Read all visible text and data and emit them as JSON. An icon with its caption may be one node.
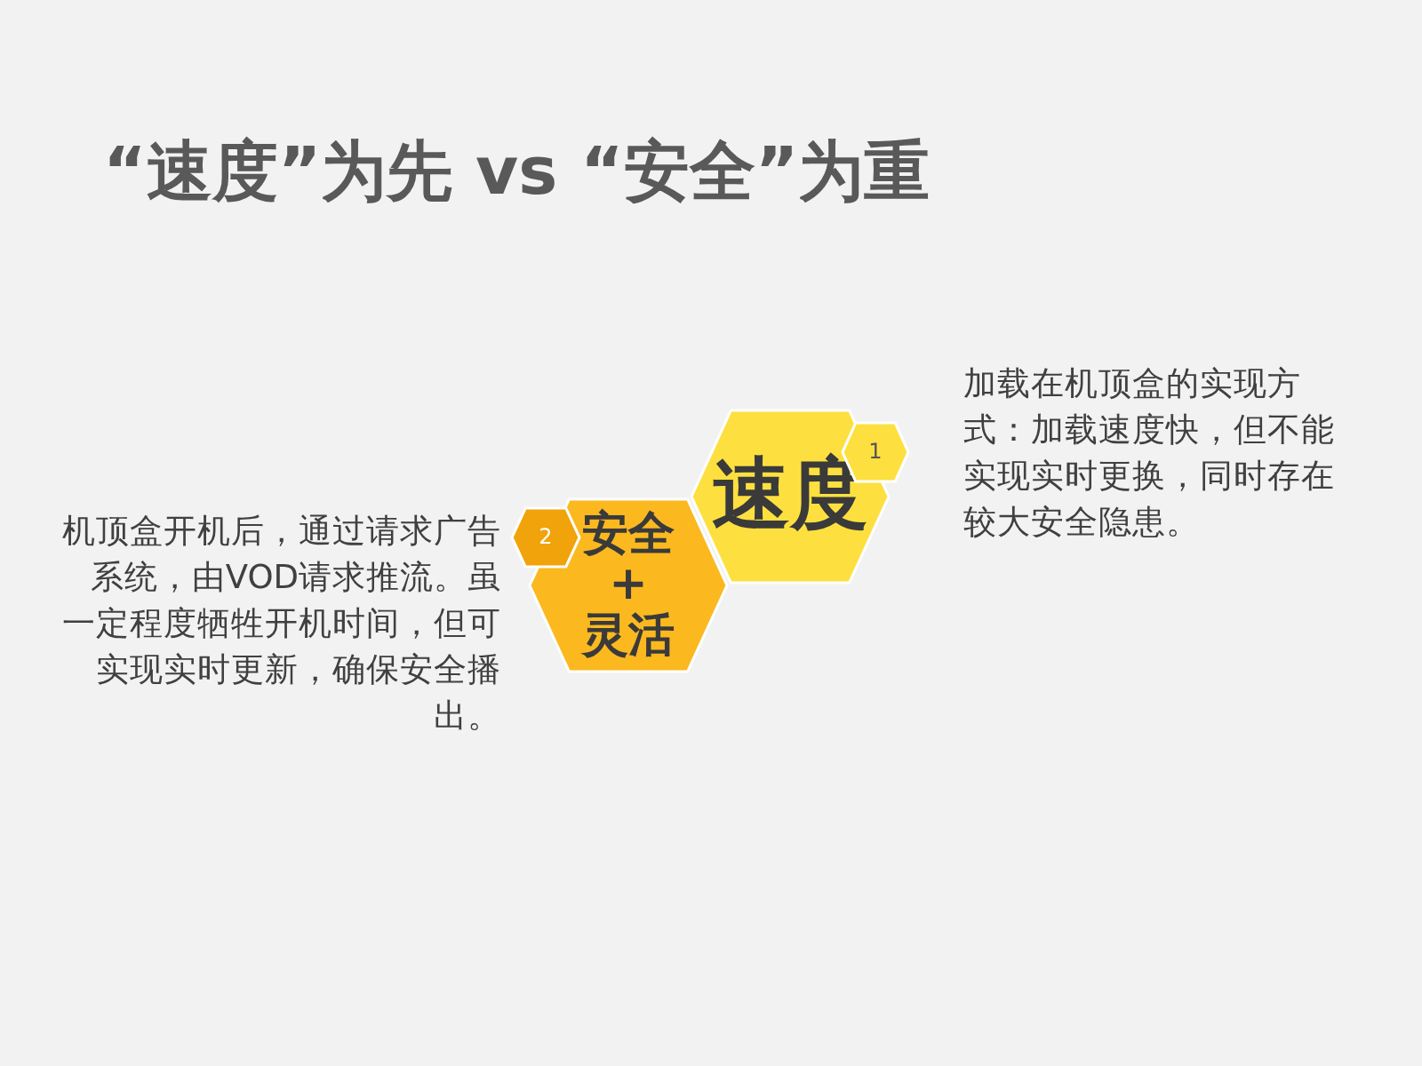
{
  "diagram": {
    "title": "“速度”为先 vs “安全”为重",
    "nodes": [
      {
        "text": [
          "速度"
        ],
        "beside": [
          "加载在机顶盒的实现方式：加载速度快，但不能实现实时更换，同时存在较大安全隐患。"
        ]
      },
      {
        "text": [
          "1"
        ]
      },
      {
        "text": [
          "安全",
          "+",
          "灵活"
        ],
        "beside": [
          "机顶盒开机后，通过请求广告系统，由VOD请求推流。虽一定程度牺牲开机时间，但可实现实时更新，确保安全播出。"
        ]
      },
      {
        "text": [
          "2"
        ]
      }
    ],
    "edges": []
  }
}
